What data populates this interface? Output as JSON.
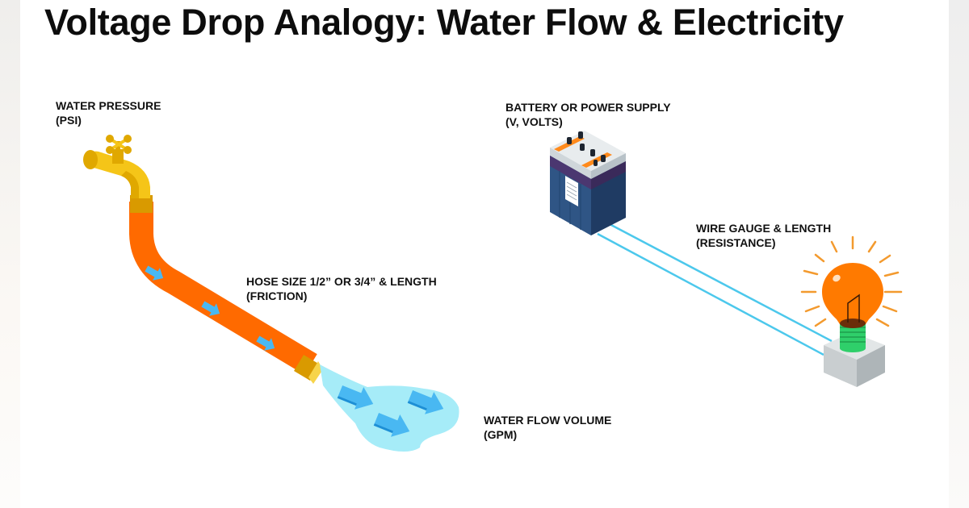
{
  "title": "Voltage Drop Analogy: Water Flow & Electricity",
  "water_side": {
    "pressure": {
      "line1": "WATER PRESSURE",
      "line2": "(PSI)"
    },
    "hose": {
      "line1": "HOSE SIZE 1/2” OR 3/4” & LENGTH",
      "line2": "(FRICTION)"
    },
    "flow": {
      "line1": "WATER FLOW VOLUME",
      "line2": "(GPM)"
    }
  },
  "electric_side": {
    "battery": {
      "line1": "BATTERY OR POWER SUPPLY",
      "line2": "(V, VOLTS)"
    },
    "wire": {
      "line1": "WIRE GAUGE & LENGTH",
      "line2": "(RESISTANCE)"
    }
  },
  "icons": [
    "faucet-icon",
    "hose-icon",
    "flow-arrow-icon",
    "water-puddle-icon",
    "battery-icon",
    "wire-icon",
    "light-bulb-icon"
  ],
  "colors": {
    "faucet": "#f5c518",
    "faucet_shade": "#e0a800",
    "hose": "#ff6a00",
    "hose_coupling": "#d99a00",
    "water": "#a6ecf8",
    "arrow": "#49b8f2",
    "arrow_shade": "#1d8fd6",
    "battery_body": "#2f5585",
    "battery_dark": "#1f3b63",
    "battery_band": "#4b3770",
    "battery_top": "#e8ecee",
    "battery_strip": "#ff8a1c",
    "wire": "#4cc8ec",
    "bulb": "#ff7a00",
    "bulb_rays": "#f39a2e",
    "bulb_base": "#2fcf6a",
    "socket": "#c9ced0"
  }
}
